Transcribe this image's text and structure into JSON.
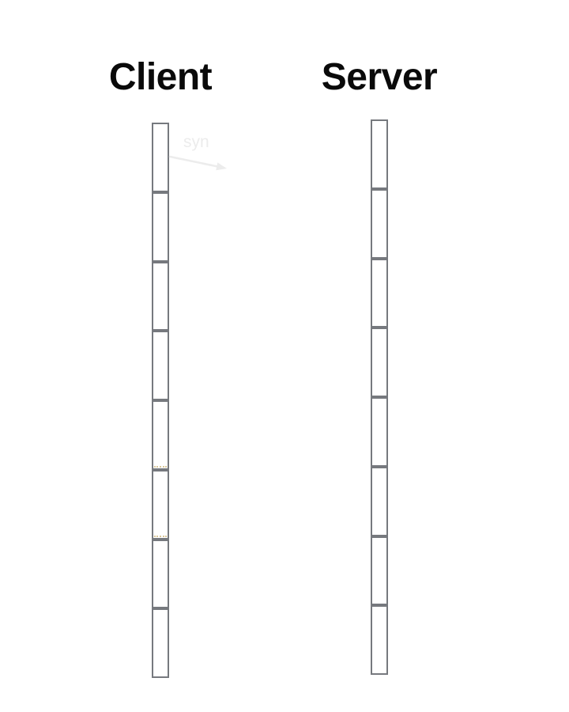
{
  "actors": [
    {
      "label": "Client"
    },
    {
      "label": "Server"
    }
  ],
  "messages": [
    {
      "label": "syn",
      "from": "Client",
      "to": "Server",
      "state": "faint"
    }
  ],
  "lifelines": [
    {
      "actor": "Client",
      "segments": 8,
      "hint_segments": [
        4,
        5
      ]
    },
    {
      "actor": "Server",
      "segments": 8,
      "hint_segments": []
    }
  ],
  "colors": {
    "title": "#0a0a0a",
    "lifeline_border": "#76797e",
    "faint_message": "#ececec",
    "segment_hint_dots": "#b49038",
    "background": "#ffffff"
  }
}
